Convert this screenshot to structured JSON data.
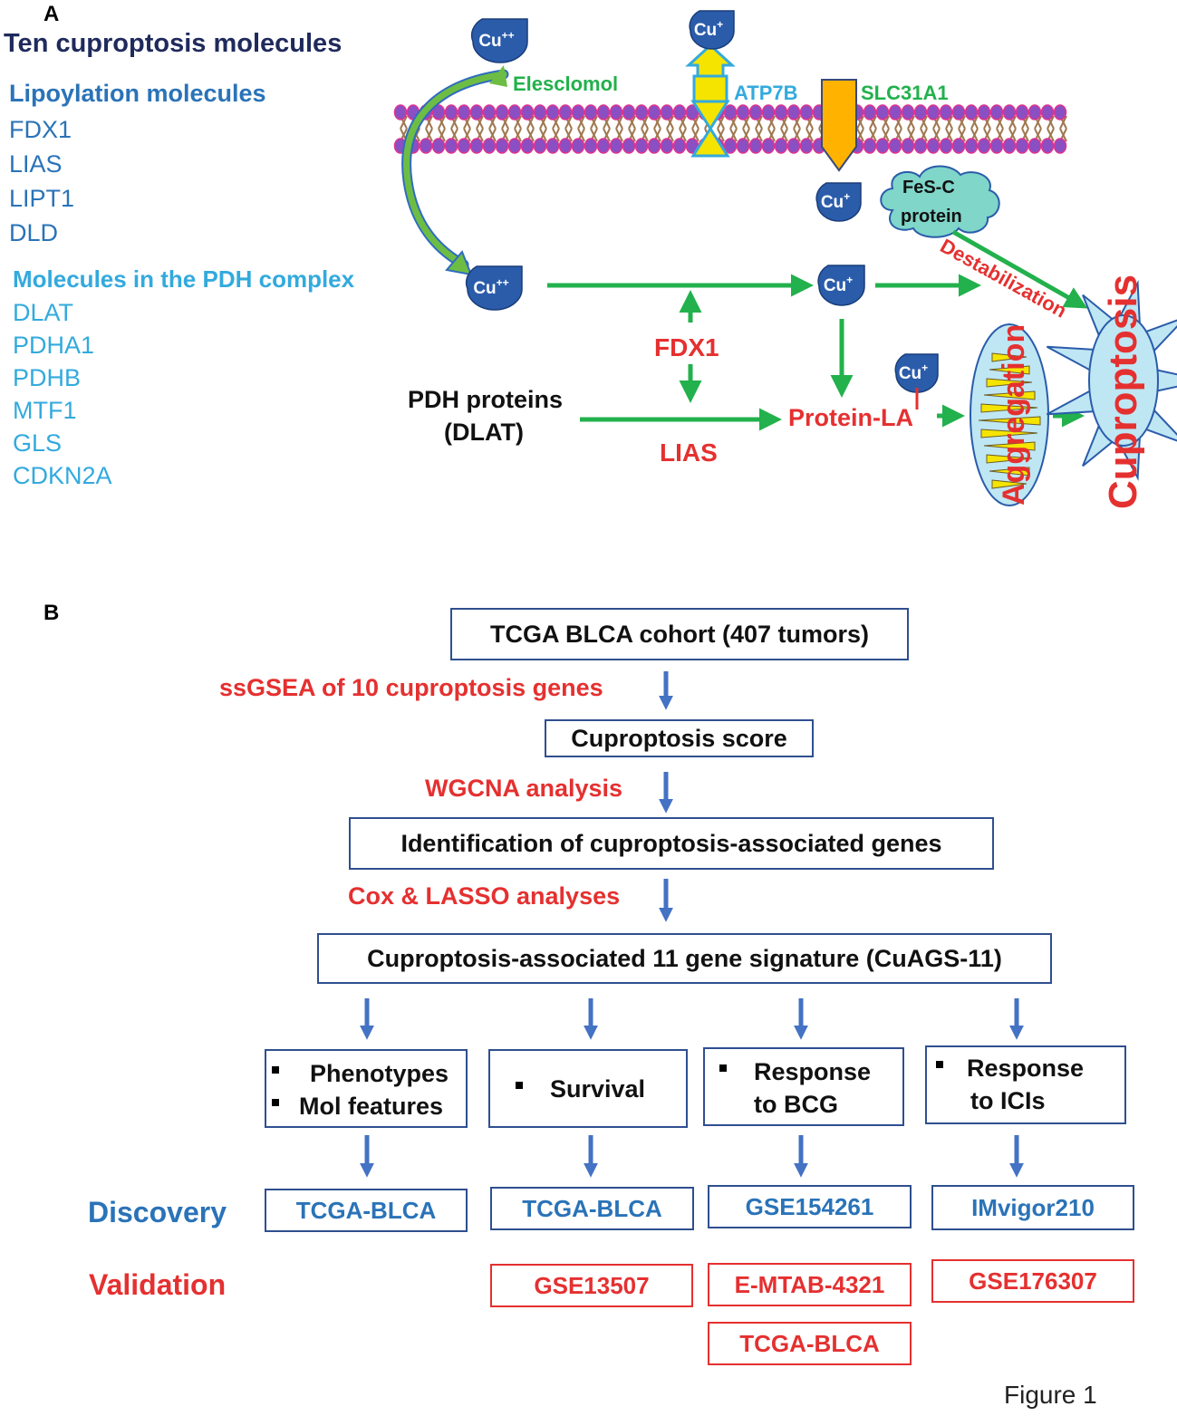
{
  "panelA": {
    "label": "A",
    "title": "Ten cuproptosis molecules",
    "lipoylation_header": "Lipoylation molecules",
    "lipoylation_items": [
      "FDX1",
      "LIAS",
      "LIPT1",
      "DLD"
    ],
    "pdh_header": "Molecules in the PDH complex",
    "pdh_items": [
      "DLAT",
      "PDHA1",
      "PDHB",
      "MTF1",
      "GLS",
      "CDKN2A"
    ],
    "pathway": {
      "cu2": "Cu++",
      "cu1": "Cu+",
      "elesclomol": "Elesclomol",
      "atp7b": "ATP7B",
      "slc31a1": "SLC31A1",
      "fesc_line1": "FeS-C",
      "fesc_line2": "protein",
      "destabilization": "Destabilization",
      "fdx1": "FDX1",
      "lias": "LIAS",
      "pdh_line1": "PDH proteins",
      "pdh_line2": "(DLAT)",
      "protein_la": "Protein-LA",
      "aggregation": "Aggregation",
      "cuproptosis": "Cuproptosis"
    },
    "colors": {
      "membrane_head": "#8a4fc2",
      "membrane_border": "#e0338f",
      "tail": "#a07850",
      "arrow_green": "#22b14c",
      "cu_blue": "#2a5caa",
      "red": "#e53030"
    }
  },
  "panelB": {
    "label": "B",
    "cohort": "TCGA BLCA cohort (407 tumors)",
    "step1": "ssGSEA of 10 cuproptosis genes",
    "score": "Cuproptosis score",
    "step2": "WGCNA analysis",
    "identification": "Identification of cuproptosis-associated genes",
    "step3": "Cox & LASSO analyses",
    "signature": "Cuproptosis-associated 11 gene signature (CuAGS-11)",
    "outcomes": [
      {
        "lines": [
          "Phenotypes",
          "Mol features"
        ]
      },
      {
        "lines": [
          "Survival"
        ]
      },
      {
        "lines": [
          "Response",
          "to BCG"
        ]
      },
      {
        "lines": [
          "Response",
          "to ICIs"
        ]
      }
    ],
    "discovery_label": "Discovery",
    "validation_label": "Validation",
    "discovery": [
      "TCGA-BLCA",
      "TCGA-BLCA",
      "GSE154261",
      "IMvigor210"
    ],
    "validation": {
      "survival": "GSE13507",
      "bcg": [
        "E-MTAB-4321",
        "TCGA-BLCA"
      ],
      "ici": "GSE176307"
    },
    "colors": {
      "arrow_blue": "#4472c4",
      "box_border": "#2f4f8f",
      "red": "#e53030",
      "blue_text": "#2a73b8"
    }
  },
  "caption": "Figure 1"
}
